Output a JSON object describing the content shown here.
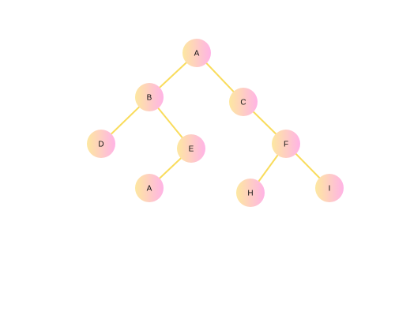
{
  "tree": {
    "nodes": [
      {
        "id": "n1",
        "label": "A"
      },
      {
        "id": "n2",
        "label": "B"
      },
      {
        "id": "n3",
        "label": "C"
      },
      {
        "id": "n4",
        "label": "D"
      },
      {
        "id": "n5",
        "label": "E"
      },
      {
        "id": "n6",
        "label": "A"
      },
      {
        "id": "n7",
        "label": "F"
      },
      {
        "id": "n8",
        "label": "H"
      },
      {
        "id": "n9",
        "label": "I"
      }
    ],
    "edges": [
      {
        "from": "n1",
        "to": "n2"
      },
      {
        "from": "n1",
        "to": "n3"
      },
      {
        "from": "n2",
        "to": "n4"
      },
      {
        "from": "n2",
        "to": "n5"
      },
      {
        "from": "n5",
        "to": "n6"
      },
      {
        "from": "n3",
        "to": "n7"
      },
      {
        "from": "n7",
        "to": "n8"
      },
      {
        "from": "n7",
        "to": "n9"
      }
    ]
  },
  "colors": {
    "edge": "#f9dc5c",
    "node_gradient_start": "#fde8a0",
    "node_gradient_end": "#ffb3e6"
  }
}
